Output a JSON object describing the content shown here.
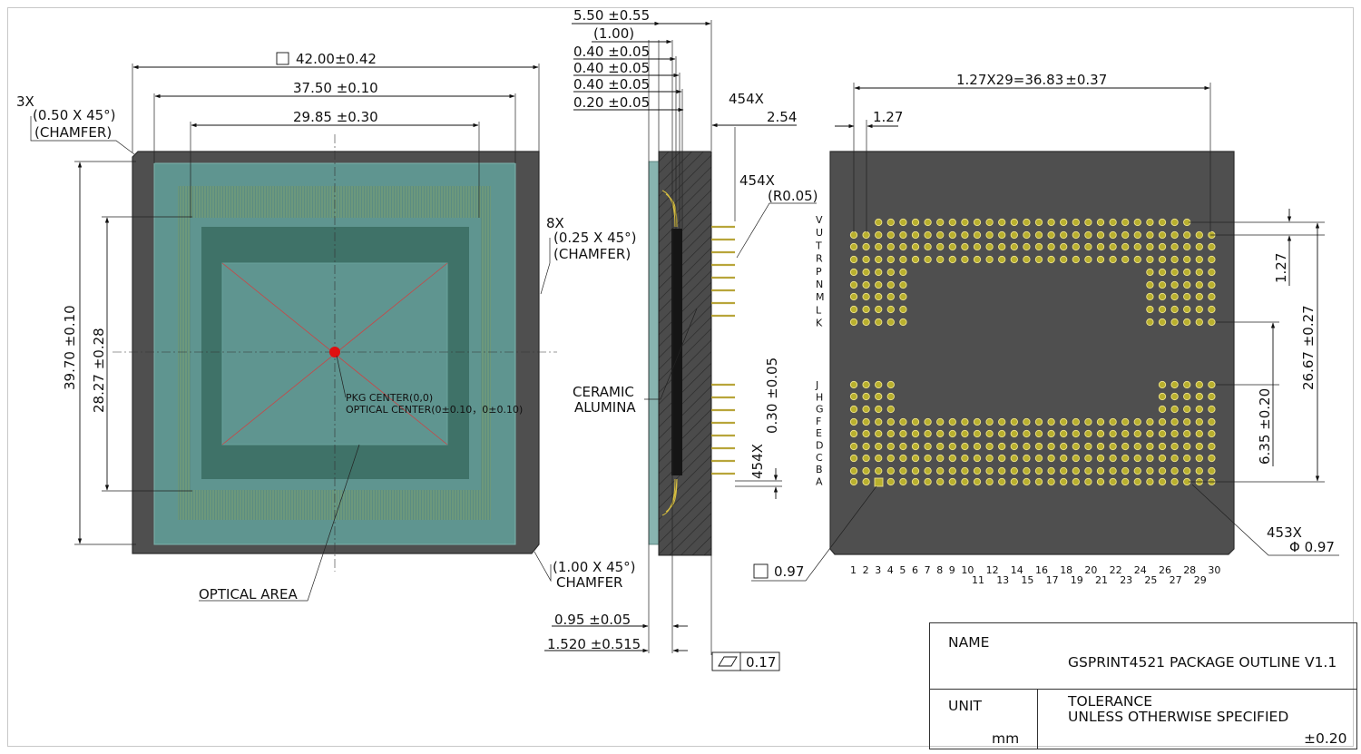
{
  "top_view": {
    "outer_size": "42.00±0.42",
    "lid_width": "37.50 ±0.10",
    "optical_width": "29.85 ±0.30",
    "corner_chamfer_qty": "3X",
    "corner_chamfer_size": "(0.50 X 45°)",
    "corner_chamfer_word": "(CHAMFER)",
    "side_chamfer_qty": "8X",
    "side_chamfer_size": "(0.25 X 45°)",
    "side_chamfer_word": "(CHAMFER)",
    "bottom_chamfer_size": "(1.00 X 45°)",
    "bottom_chamfer_word": "CHAMFER",
    "outer_height": "39.70 ±0.10",
    "optical_height": "28.27 ±0.28",
    "pkg_center": "PKG CENTER(0,0)",
    "optical_center": "OPTICAL CENTER(0±0.10，0±0.10)",
    "optical_area": "OPTICAL AREA"
  },
  "side_view": {
    "dim_550": "5.50 ±0.55",
    "dim_100": "(1.00)",
    "dim_040_a": "0.40 ±0.05",
    "dim_040_b": "0.40 ±0.05",
    "dim_040_c": "0.40 ±0.05",
    "dim_020": "0.20 ±0.05",
    "pin_count_pitch": "454X",
    "pin_pitch": "2.54",
    "pin_count_radius": "454X",
    "pin_radius": "(R0.05)",
    "pin_count_dia": "454X",
    "pin_dia": "0.30 ±0.05",
    "material_line1": "CERAMIC",
    "material_line2": "ALUMINA",
    "dim_095": "0.95 ±0.05",
    "dim_1520": "1.520 ±0.515",
    "flatness": "0.17"
  },
  "bottom_view": {
    "pitch_total": "1.27X29=36.83",
    "pitch_total_tol": "±0.37",
    "pitch_single": "1.27",
    "pitch_vertical": "1.27",
    "rows_span": "26.67 ±0.27",
    "gap_span": "6.35 ±0.20",
    "pad_count": "453X",
    "pad_diameter": "Φ 0.97",
    "pin1_size": "0.97",
    "row_letters_top": [
      "V",
      "U",
      "T",
      "R",
      "P",
      "N",
      "M",
      "L",
      "K"
    ],
    "row_letters_bottom": [
      "J",
      "H",
      "G",
      "F",
      "E",
      "D",
      "C",
      "B",
      "A"
    ],
    "column_numbers_upper": [
      "1",
      "2",
      "3",
      "4",
      "5",
      "6",
      "7",
      "8",
      "9",
      "10",
      "12",
      "14",
      "16",
      "18",
      "20",
      "22",
      "24",
      "26",
      "28",
      "30"
    ],
    "column_numbers_lower": [
      "11",
      "13",
      "15",
      "17",
      "19",
      "21",
      "23",
      "25",
      "27",
      "29"
    ]
  },
  "title_block": {
    "name_label": "NAME",
    "name_value": "GSPRINT4521 PACKAGE OUTLINE V1.1",
    "unit_label": "UNIT",
    "unit_value": "mm",
    "tolerance_line1": "TOLERANCE",
    "tolerance_line2": "UNLESS OTHERWISE SPECIFIED",
    "tolerance_value": "±0.20"
  }
}
